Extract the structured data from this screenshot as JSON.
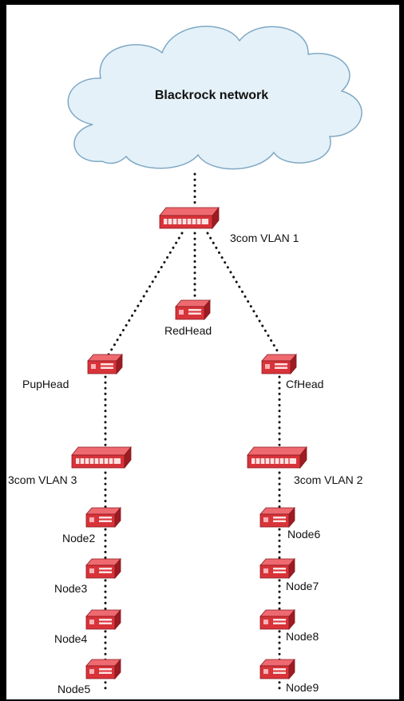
{
  "network": {
    "cloud_label": "Blackrock network",
    "switches": {
      "vlan1": "3com VLAN 1",
      "vlan3": "3com VLAN 3",
      "vlan2": "3com VLAN 2"
    },
    "heads": {
      "redhead": "RedHead",
      "puphead": "PupHead",
      "cfhead": "CfHead"
    },
    "nodes_left": [
      "Node2",
      "Node3",
      "Node4",
      "Node5"
    ],
    "nodes_right": [
      "Node6",
      "Node7",
      "Node8",
      "Node9"
    ]
  },
  "colors": {
    "device_red": "#d9333a",
    "device_dark": "#9b1c22",
    "cloud_fill": "#e4f1f9",
    "cloud_stroke": "#7fa8c4",
    "link": "#111111"
  },
  "icons": {
    "switch": "network-switch-icon",
    "server": "server-icon",
    "cloud": "cloud-icon"
  }
}
